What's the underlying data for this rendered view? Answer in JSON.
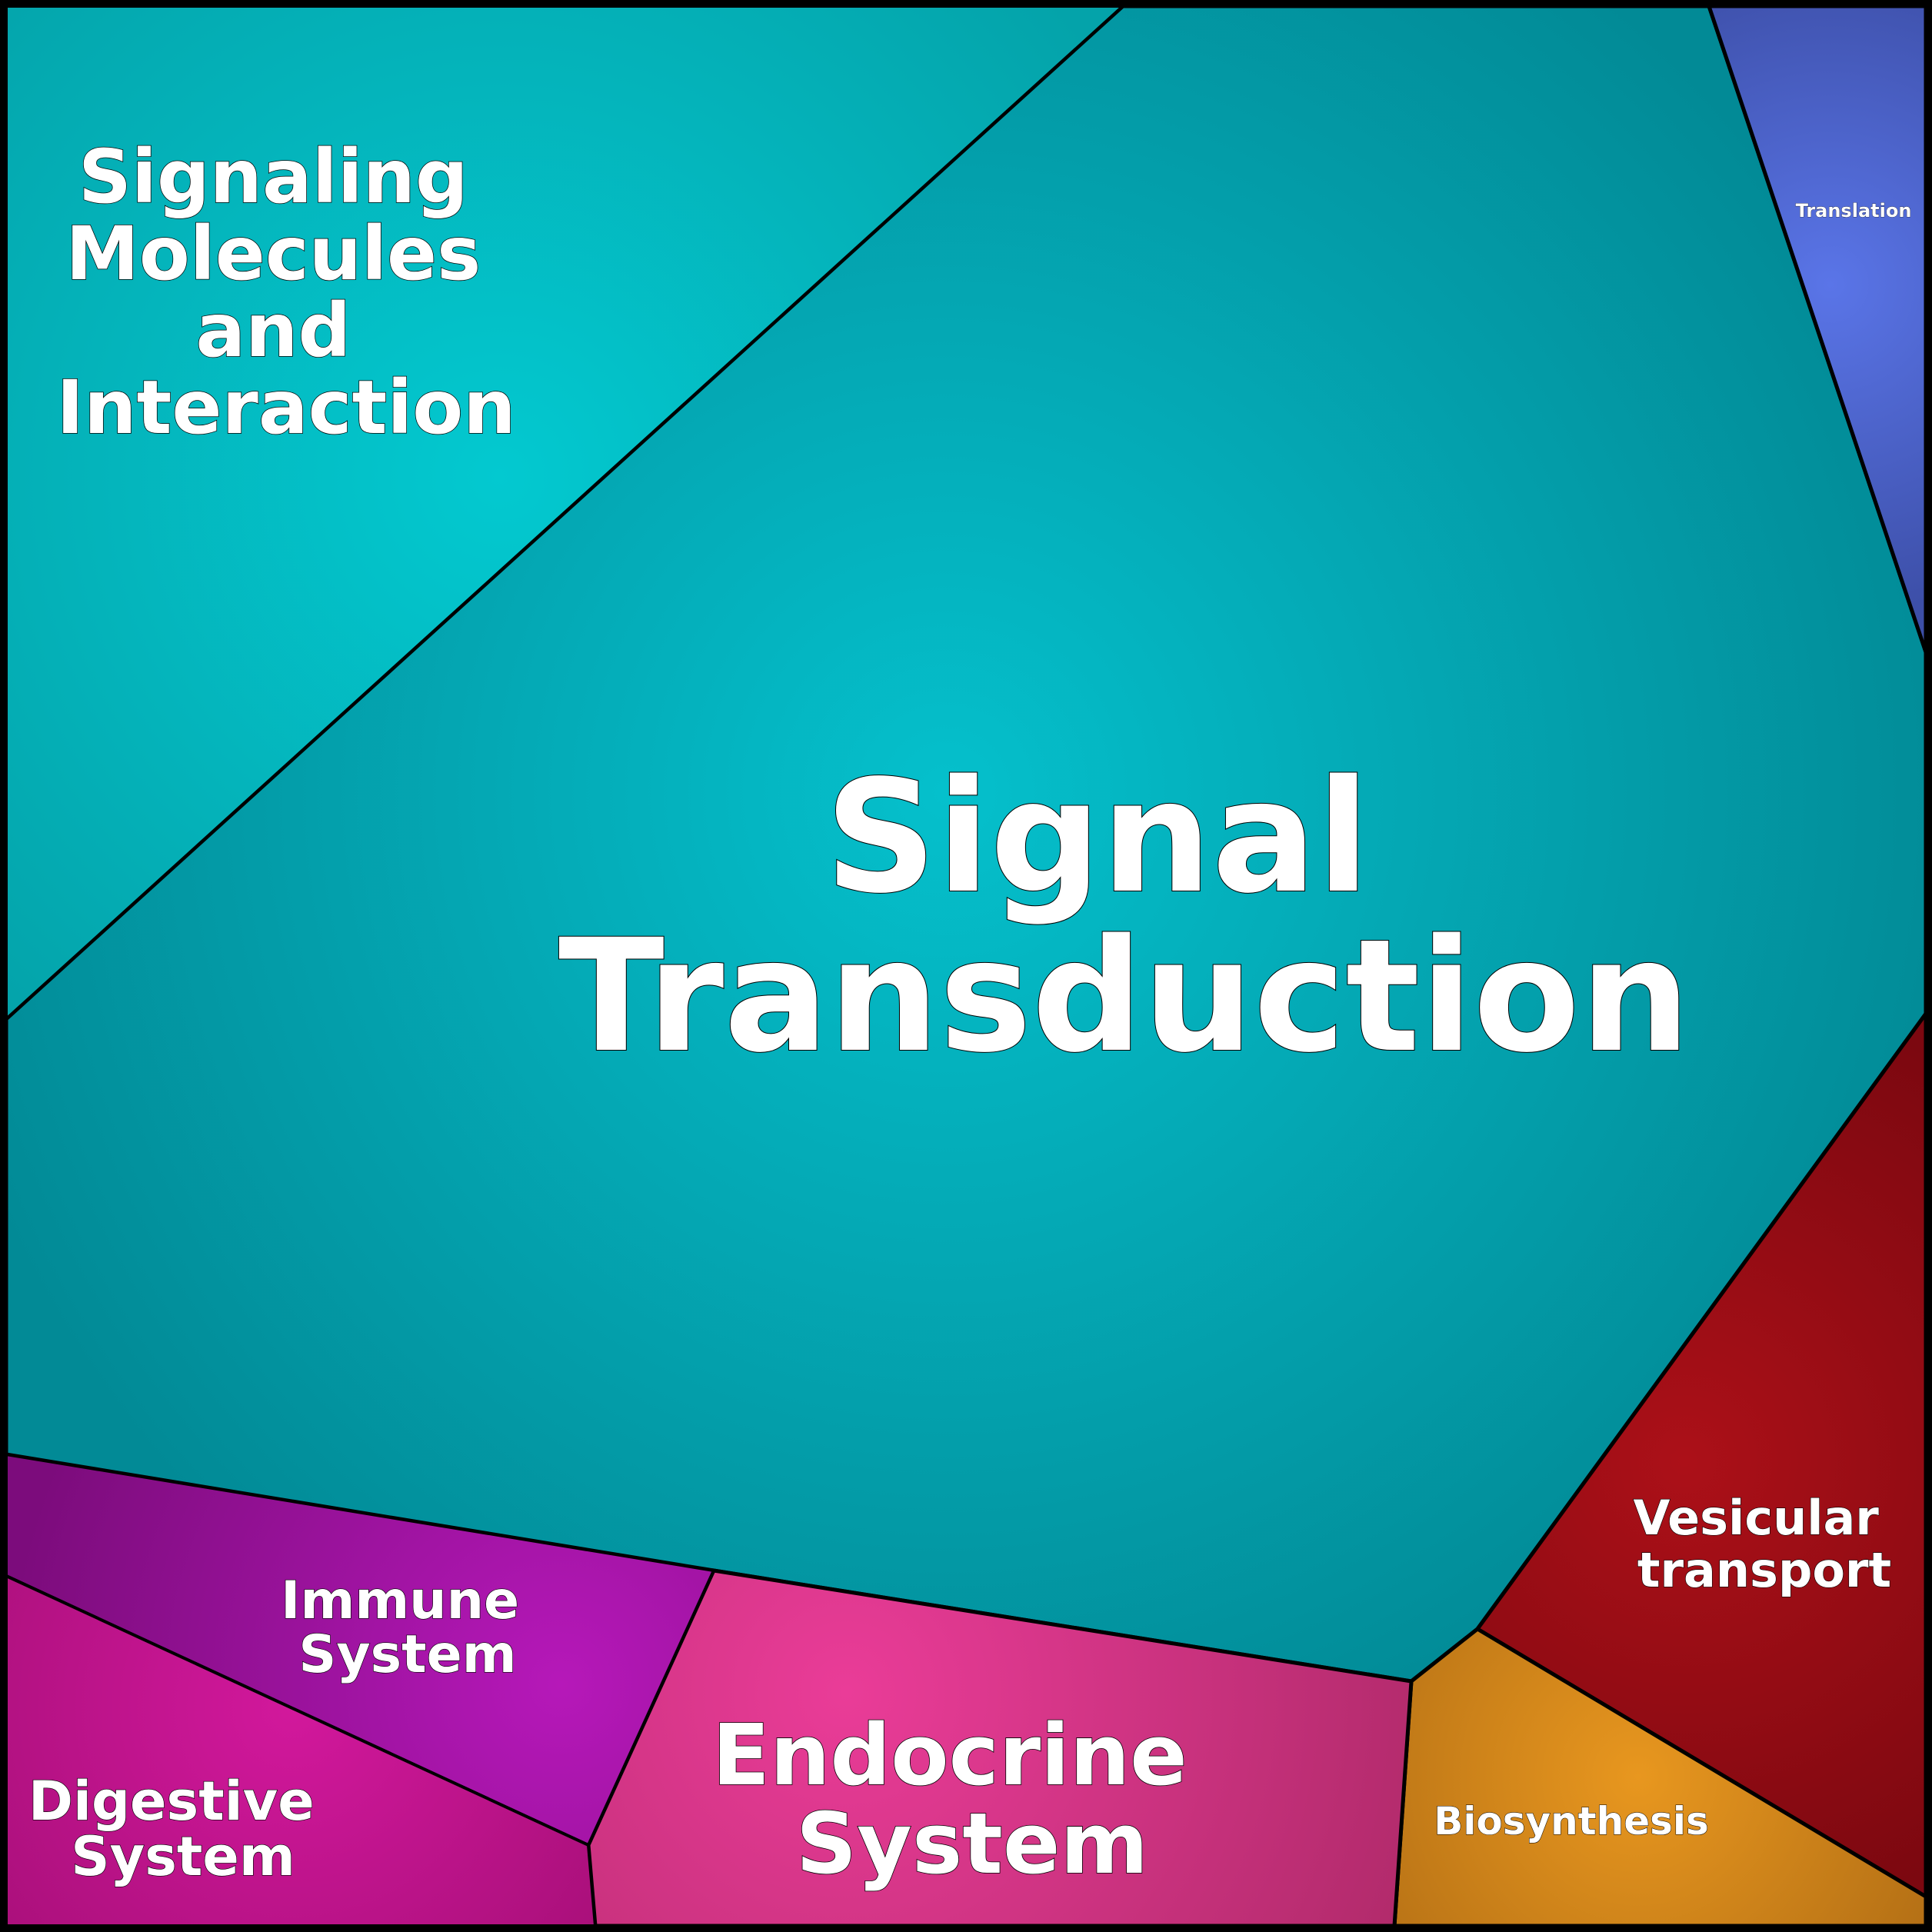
{
  "diagram": {
    "regions": [
      {
        "id": "signal-transduction",
        "label_lines": [
          "Signal",
          "Transduction"
        ],
        "color": "#05b9c6"
      },
      {
        "id": "signaling-molecules",
        "label_lines": [
          "Signaling",
          "Molecules",
          "and",
          "Interaction"
        ],
        "color": "#05c6cd"
      },
      {
        "id": "translation",
        "label_lines": [
          "Translation"
        ],
        "color": "#5772e3"
      },
      {
        "id": "vesicular-transport",
        "label_lines": [
          "Vesicular",
          "transport"
        ],
        "color": "#a80f17"
      },
      {
        "id": "biosynthesis",
        "label_lines": [
          "Biosynthesis"
        ],
        "color": "#e4951f"
      },
      {
        "id": "endocrine-system",
        "label_lines": [
          "Endocrine",
          "System"
        ],
        "color": "#e83d95"
      },
      {
        "id": "immune-system",
        "label_lines": [
          "Immune",
          "System"
        ],
        "color": "#b217b7"
      },
      {
        "id": "digestive-system",
        "label_lines": [
          "Digestive",
          "System"
        ],
        "color": "#d0199a"
      }
    ]
  }
}
